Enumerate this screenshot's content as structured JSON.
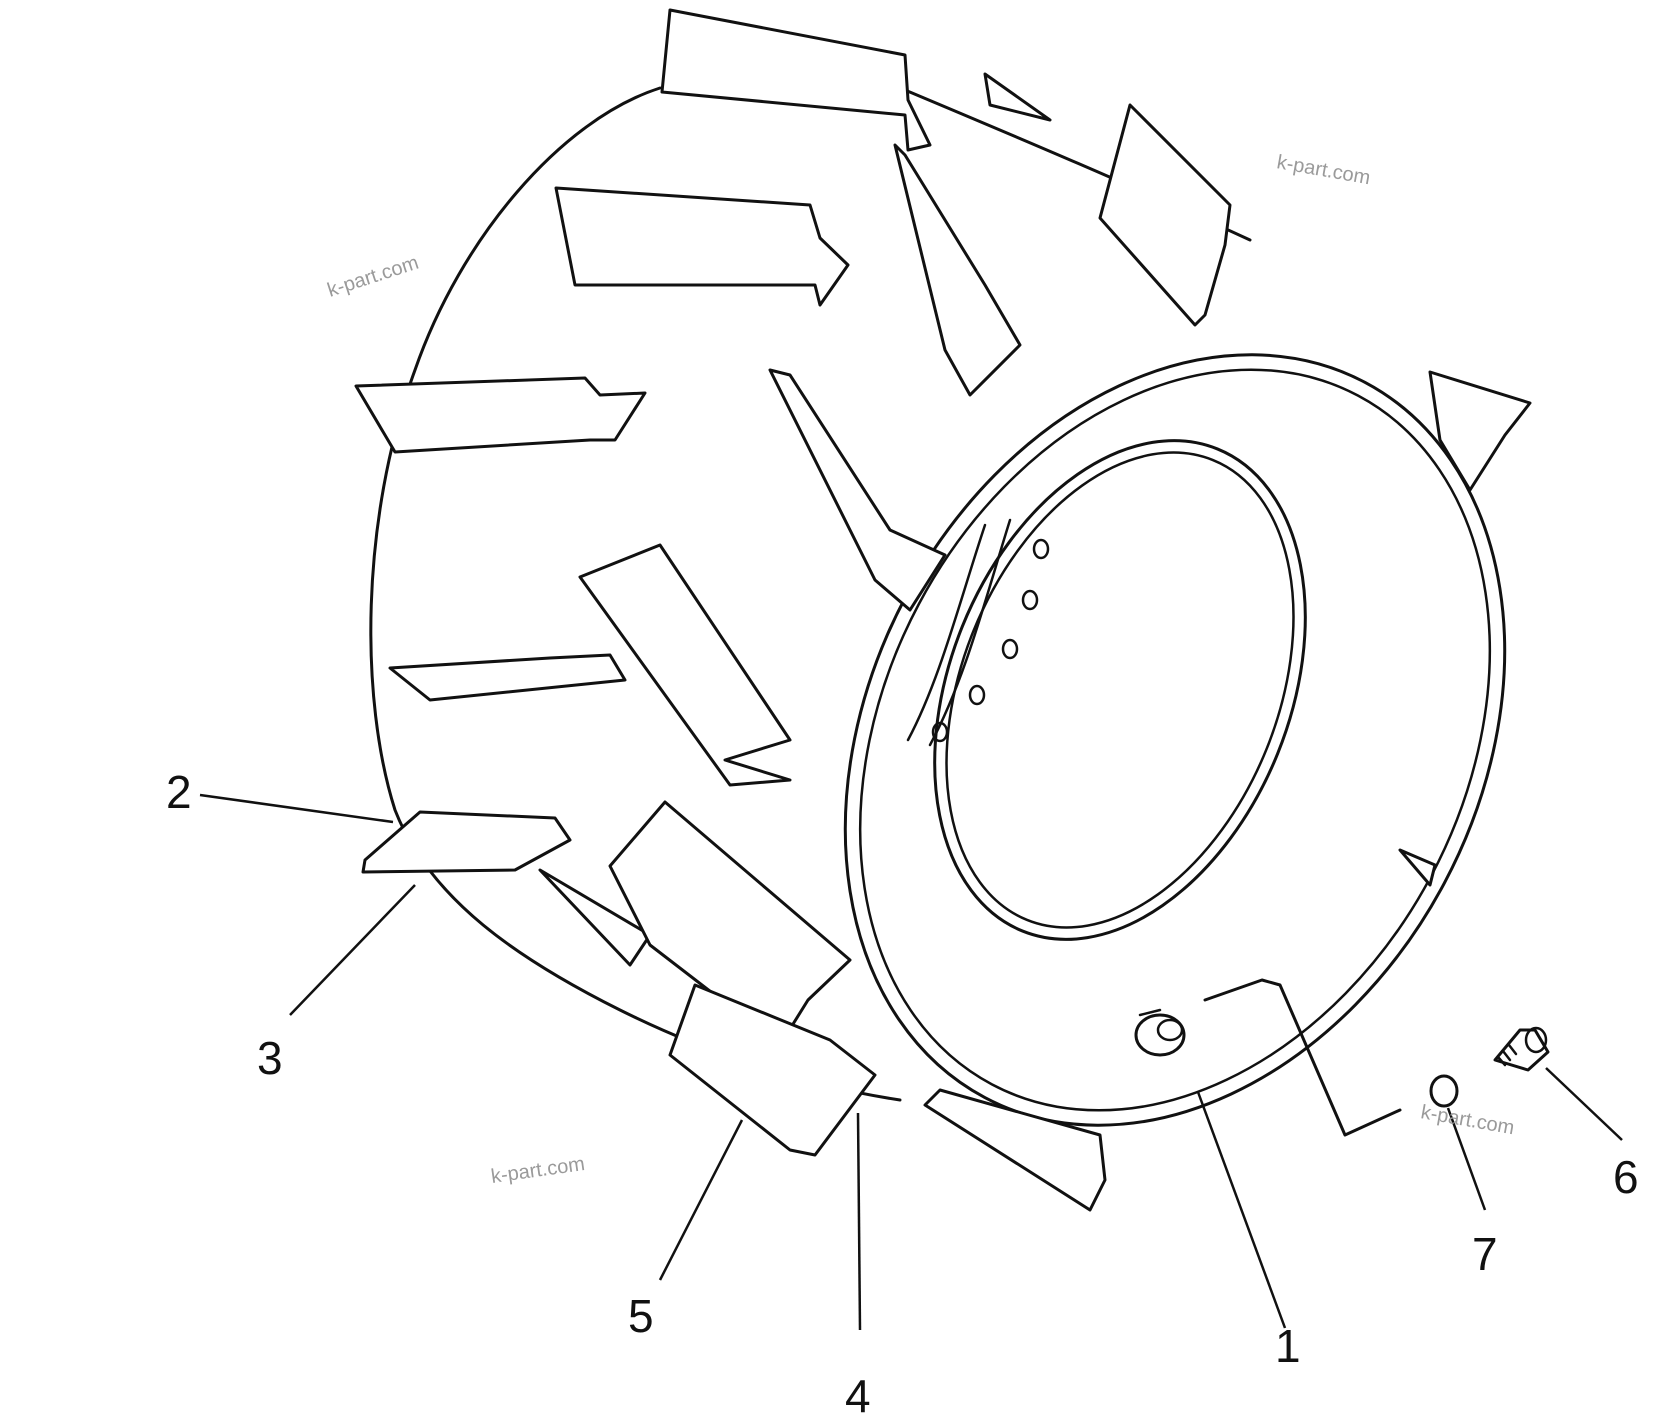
{
  "callouts": [
    "1",
    "2",
    "3",
    "4",
    "5",
    "6",
    "7"
  ],
  "watermark": "k-part.com"
}
